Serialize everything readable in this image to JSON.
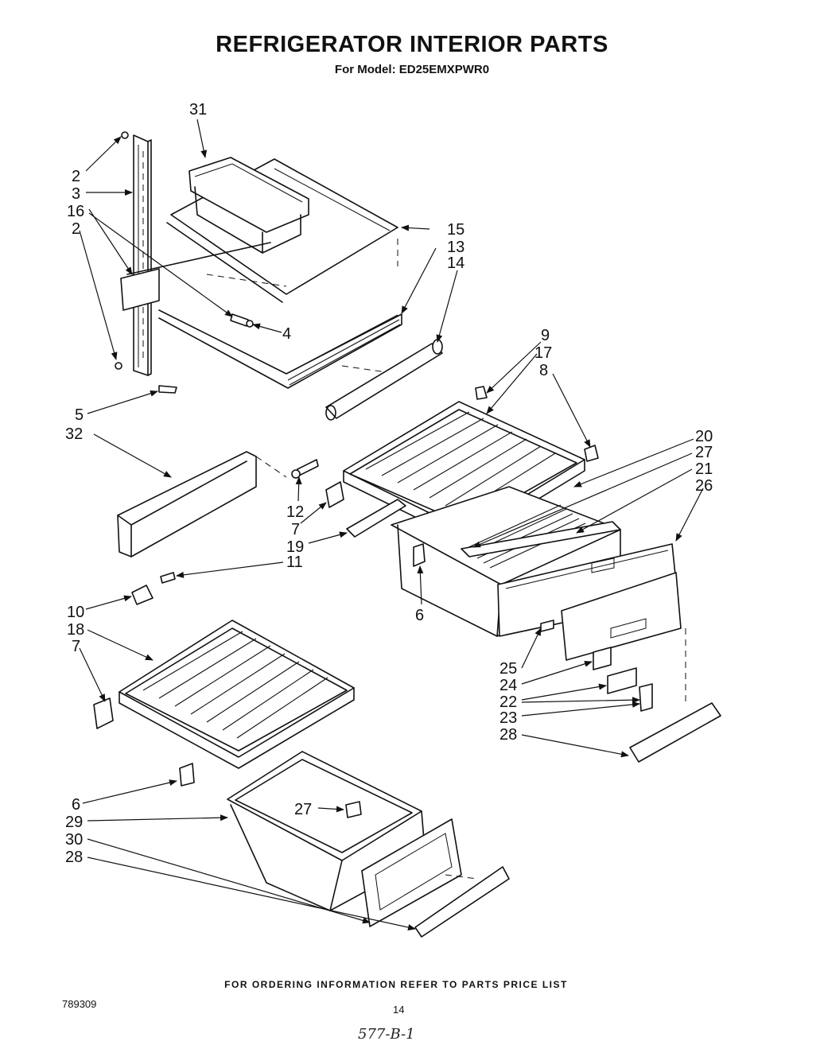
{
  "title": "REFRIGERATOR INTERIOR PARTS",
  "subtitle": "For Model: ED25EMXPWR0",
  "footer_note": "FOR ORDERING INFORMATION REFER TO PARTS PRICE LIST",
  "doc_number": "789309",
  "page_number": "14",
  "handwritten_ref": "577-B-1",
  "callouts": [
    "31",
    "2",
    "3",
    "16",
    "2",
    "15",
    "13",
    "14",
    "4",
    "5",
    "32",
    "9",
    "17",
    "8",
    "20",
    "27",
    "21",
    "26",
    "12",
    "7",
    "19",
    "11",
    "6",
    "10",
    "18",
    "7",
    "25",
    "24",
    "22",
    "23",
    "28",
    "6",
    "29",
    "27",
    "30",
    "28"
  ]
}
